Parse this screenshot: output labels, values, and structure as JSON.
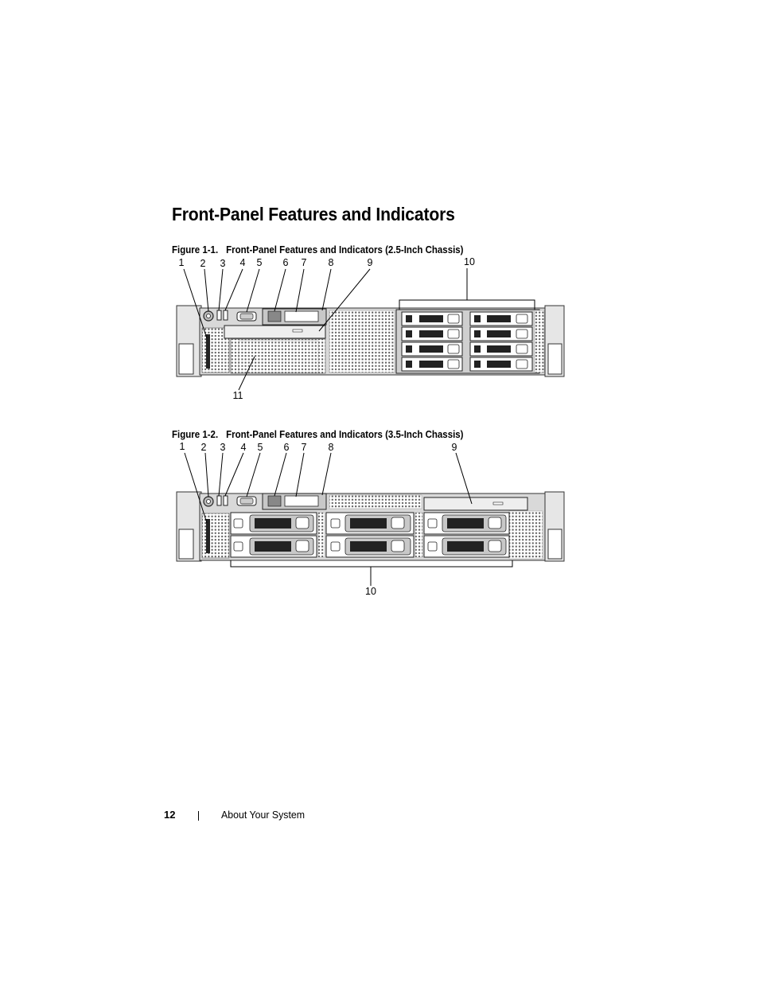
{
  "heading": "Front-Panel Features and Indicators",
  "figures": [
    {
      "number": "Figure 1-1.",
      "title": "Front-Panel Features and Indicators (2.5-Inch Chassis)",
      "callouts": [
        "1",
        "2",
        "3",
        "4",
        "5",
        "6",
        "7",
        "8",
        "9",
        "10",
        "11"
      ]
    },
    {
      "number": "Figure 1-2.",
      "title": "Front-Panel Features and Indicators (3.5-Inch Chassis)",
      "callouts": [
        "1",
        "2",
        "3",
        "4",
        "5",
        "6",
        "7",
        "8",
        "9",
        "10"
      ]
    }
  ],
  "footer": {
    "page_number": "12",
    "section": "About Your System"
  }
}
